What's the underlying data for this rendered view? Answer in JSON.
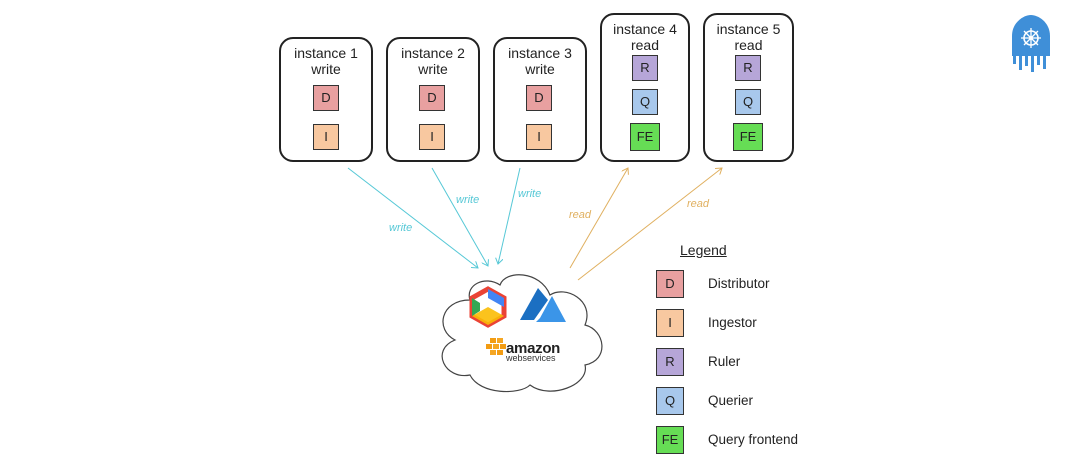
{
  "instances": [
    {
      "title": "instance 1",
      "mode": "write",
      "components": [
        "D",
        "I"
      ]
    },
    {
      "title": "instance 2",
      "mode": "write",
      "components": [
        "D",
        "I"
      ]
    },
    {
      "title": "instance 3",
      "mode": "write",
      "components": [
        "D",
        "I"
      ]
    },
    {
      "title": "instance 4",
      "mode": "read",
      "components": [
        "R",
        "Q",
        "FE"
      ]
    },
    {
      "title": "instance 5",
      "mode": "read",
      "components": [
        "R",
        "Q",
        "FE"
      ]
    }
  ],
  "arrow_labels": [
    "write",
    "write",
    "write",
    "read",
    "read"
  ],
  "cloud": {
    "aws_text": "amazon",
    "aws_subtext": "webservices"
  },
  "legend": {
    "title": "Legend",
    "items": [
      {
        "abbr": "D",
        "label": "Distributor"
      },
      {
        "abbr": "I",
        "label": "Ingestor"
      },
      {
        "abbr": "R",
        "label": "Ruler"
      },
      {
        "abbr": "Q",
        "label": "Querier"
      },
      {
        "abbr": "FE",
        "label": "Query frontend"
      }
    ]
  },
  "colors": {
    "D": "#e8a0a0",
    "I": "#f8c8a0",
    "R": "#b6a6d8",
    "Q": "#a8c8ec",
    "FE": "#66dd55",
    "write_arrow": "#56c8d6",
    "read_arrow": "#e0b060",
    "logo": "#3f8fd8"
  }
}
